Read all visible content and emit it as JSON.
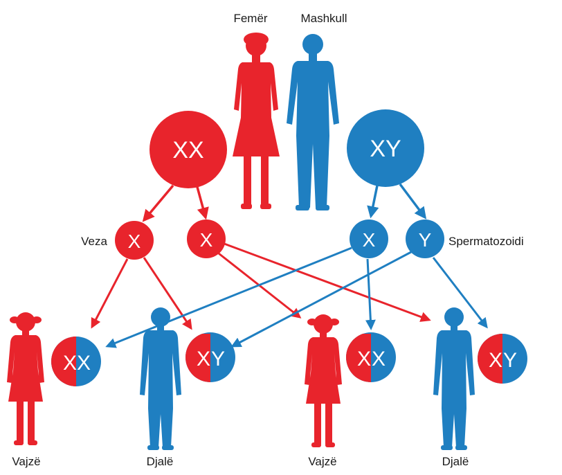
{
  "colors": {
    "female": "#e8242c",
    "male": "#1f7fc1",
    "text": "#1a1a1a"
  },
  "parents": {
    "female_label": "Femër",
    "male_label": "Mashkull",
    "female_chromosomes": "XX",
    "male_chromosomes": "XY"
  },
  "gametes": {
    "egg_label": "Veza",
    "sperm_label": "Spermatozoidi",
    "egg_1": "X",
    "egg_2": "X",
    "sperm_1": "X",
    "sperm_2": "Y"
  },
  "children": [
    {
      "label": "Vajzë",
      "left": "X",
      "right": "X",
      "sex": "female"
    },
    {
      "label": "Djalë",
      "left": "X",
      "right": "Y",
      "sex": "male"
    },
    {
      "label": "Vajzë",
      "left": "X",
      "right": "X",
      "sex": "female"
    },
    {
      "label": "Djalë",
      "left": "X",
      "right": "Y",
      "sex": "male"
    }
  ]
}
